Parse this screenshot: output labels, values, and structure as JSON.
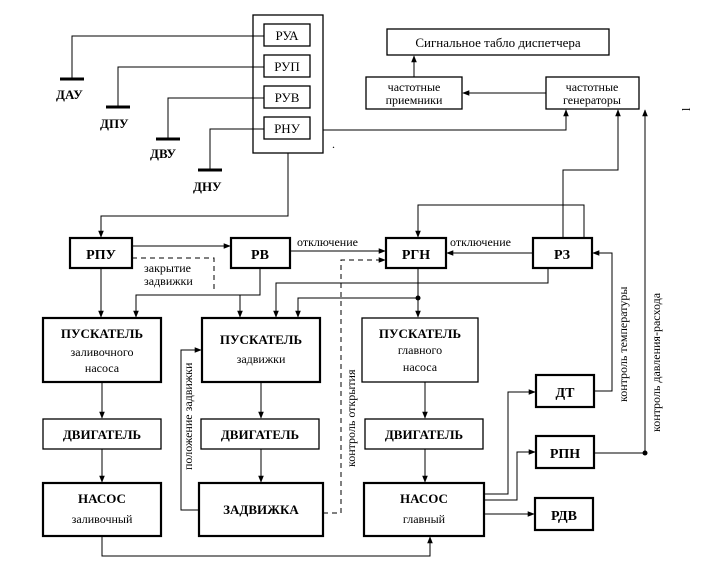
{
  "relays_top": {
    "rua": "РУА",
    "rup": "РУП",
    "ruv": "РУВ",
    "rnu": "РНУ"
  },
  "grounds": {
    "dau": "ДАУ",
    "dpu": "ДПУ",
    "dvu": "ДВУ",
    "dnu": "ДНУ"
  },
  "signal_board": "Сигнальное табло диспетчера",
  "freq_receivers": [
    "частотные",
    "приемники"
  ],
  "freq_generators": [
    "частотные",
    "генераторы"
  ],
  "rpu": "РПУ",
  "rv": "РВ",
  "rgn": "РГН",
  "rz": "РЗ",
  "shutdown_1": "отключение",
  "shutdown_2": "отключение",
  "valve_closing": [
    "закрытие",
    "задвижки"
  ],
  "starter_priming": [
    "ПУСКАТЕЛЬ",
    "заливочного",
    "насоса"
  ],
  "starter_valve": [
    "ПУСКАТЕЛЬ",
    "задвижки"
  ],
  "starter_main": [
    "ПУСКАТЕЛЬ",
    "главного",
    "насоса"
  ],
  "motor_1": "ДВИГАТЕЛЬ",
  "motor_2": "ДВИГАТЕЛЬ",
  "motor_3": "ДВИГАТЕЛЬ",
  "pump_priming": [
    "НАСОС",
    "заливочный"
  ],
  "valve": "ЗАДВИЖКА",
  "pump_main": [
    "НАСОС",
    "главный"
  ],
  "dt": "ДТ",
  "rpn": "РПН",
  "rdv": "РДВ",
  "valve_position": "положение задвижки",
  "opening_control": "контроль открытия",
  "temperature_control": "контроль температуры",
  "pressure_flow_control": "контроль давления-расхода",
  "edge_mark": "l"
}
